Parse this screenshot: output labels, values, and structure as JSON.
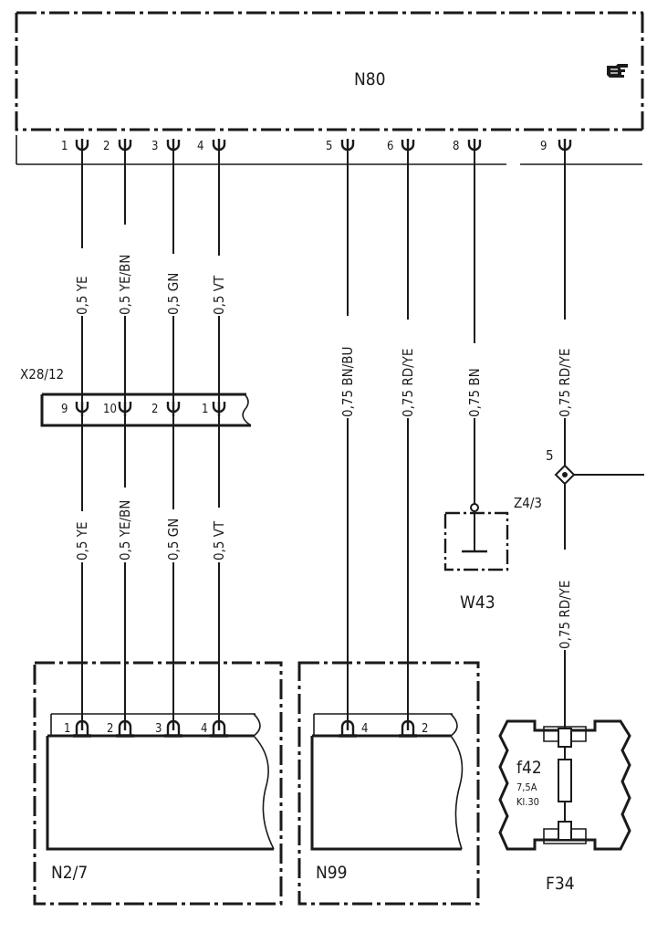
{
  "components": {
    "n80": "N80",
    "x28": "X28/12",
    "n2_7": "N2/7",
    "n99": "N99",
    "w43": "W43",
    "z4_3": "Z4/3",
    "z4_3_pin": "5",
    "f34": "F34",
    "fuse": {
      "name": "f42",
      "rating": "7,5A",
      "terminal": "Kl.30"
    }
  },
  "n80_pins": [
    "1",
    "2",
    "3",
    "4",
    "5",
    "6",
    "8",
    "9"
  ],
  "x28_pins": [
    "9",
    "10",
    "2",
    "1"
  ],
  "n2_7_pins": [
    "1",
    "2",
    "3",
    "4"
  ],
  "n99_pins": [
    "4",
    "2"
  ],
  "wires_upper": [
    "0,5 YE",
    "0,5 YE/BN",
    "0,5 GN",
    "0,5 VT"
  ],
  "wires_lower": [
    "0,5 YE",
    "0,5 YE/BN",
    "0,5 GN",
    "0,5 VT"
  ],
  "wires_right": [
    "0,75 BN/BU",
    "0,75 RD/YE",
    "0,75 BN",
    "0,75 RD/YE"
  ],
  "wire_f34": "0,75 RD/YE",
  "icons": {
    "reference": "pointing-hand-icon"
  }
}
